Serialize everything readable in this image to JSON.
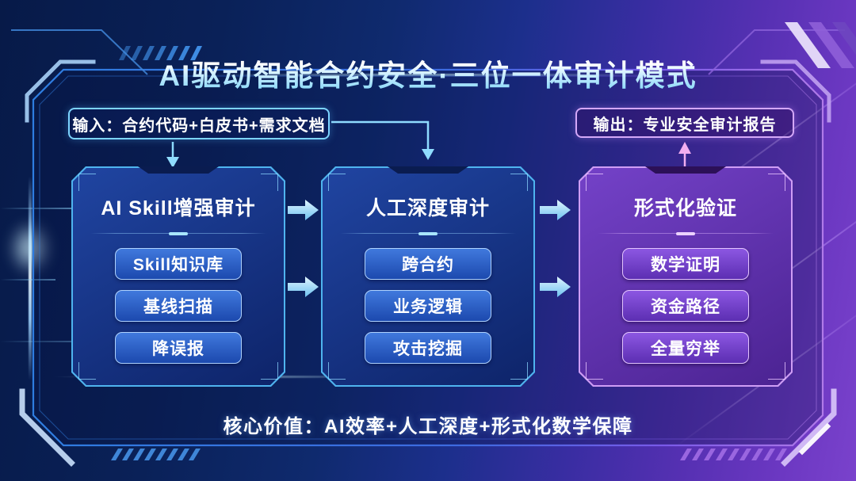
{
  "title": "AI驱动智能合约安全·三位一体审计模式",
  "input_box": {
    "label": "输入：合约代码+白皮书+需求文档"
  },
  "output_box": {
    "label": "输出：专业安全审计报告"
  },
  "columns": [
    {
      "title": "AI Skill增强审计",
      "theme": "blue",
      "items": [
        "Skill知识库",
        "基线扫描",
        "降误报"
      ]
    },
    {
      "title": "人工深度审计",
      "theme": "blue",
      "items": [
        "跨合约",
        "业务逻辑",
        "攻击挖掘"
      ]
    },
    {
      "title": "形式化验证",
      "theme": "purple",
      "items": [
        "数学证明",
        "资金路径",
        "全量穷举"
      ]
    }
  ],
  "footer": {
    "label": "核心价值：AI效率+人工深度+形式化数学保障"
  },
  "icons": {
    "flow_arrow_right": "➜",
    "input_arrow_down": "↓",
    "output_arrow_up": "↑",
    "elbow_arrow_down": "↳"
  },
  "colors": {
    "background_left": "#0a1e52",
    "background_right": "#7038c0",
    "cyan_accent": "#7cd4ff",
    "blue_card_border": "#4fb4ef",
    "purple_card_border": "#cf9df5",
    "output_box_border": "#d4a8f8",
    "pink_arrow": "#f2aef0",
    "flow_arrow_fill": "#8fdcff",
    "button_blue_top": "#4079dd",
    "button_blue_bottom": "#1c49ae",
    "button_purple_top": "#8c57e2",
    "button_purple_bottom": "#5c2eb2",
    "title_gradient_top": "#ffffff",
    "title_gradient_bottom": "#79d2f6"
  }
}
